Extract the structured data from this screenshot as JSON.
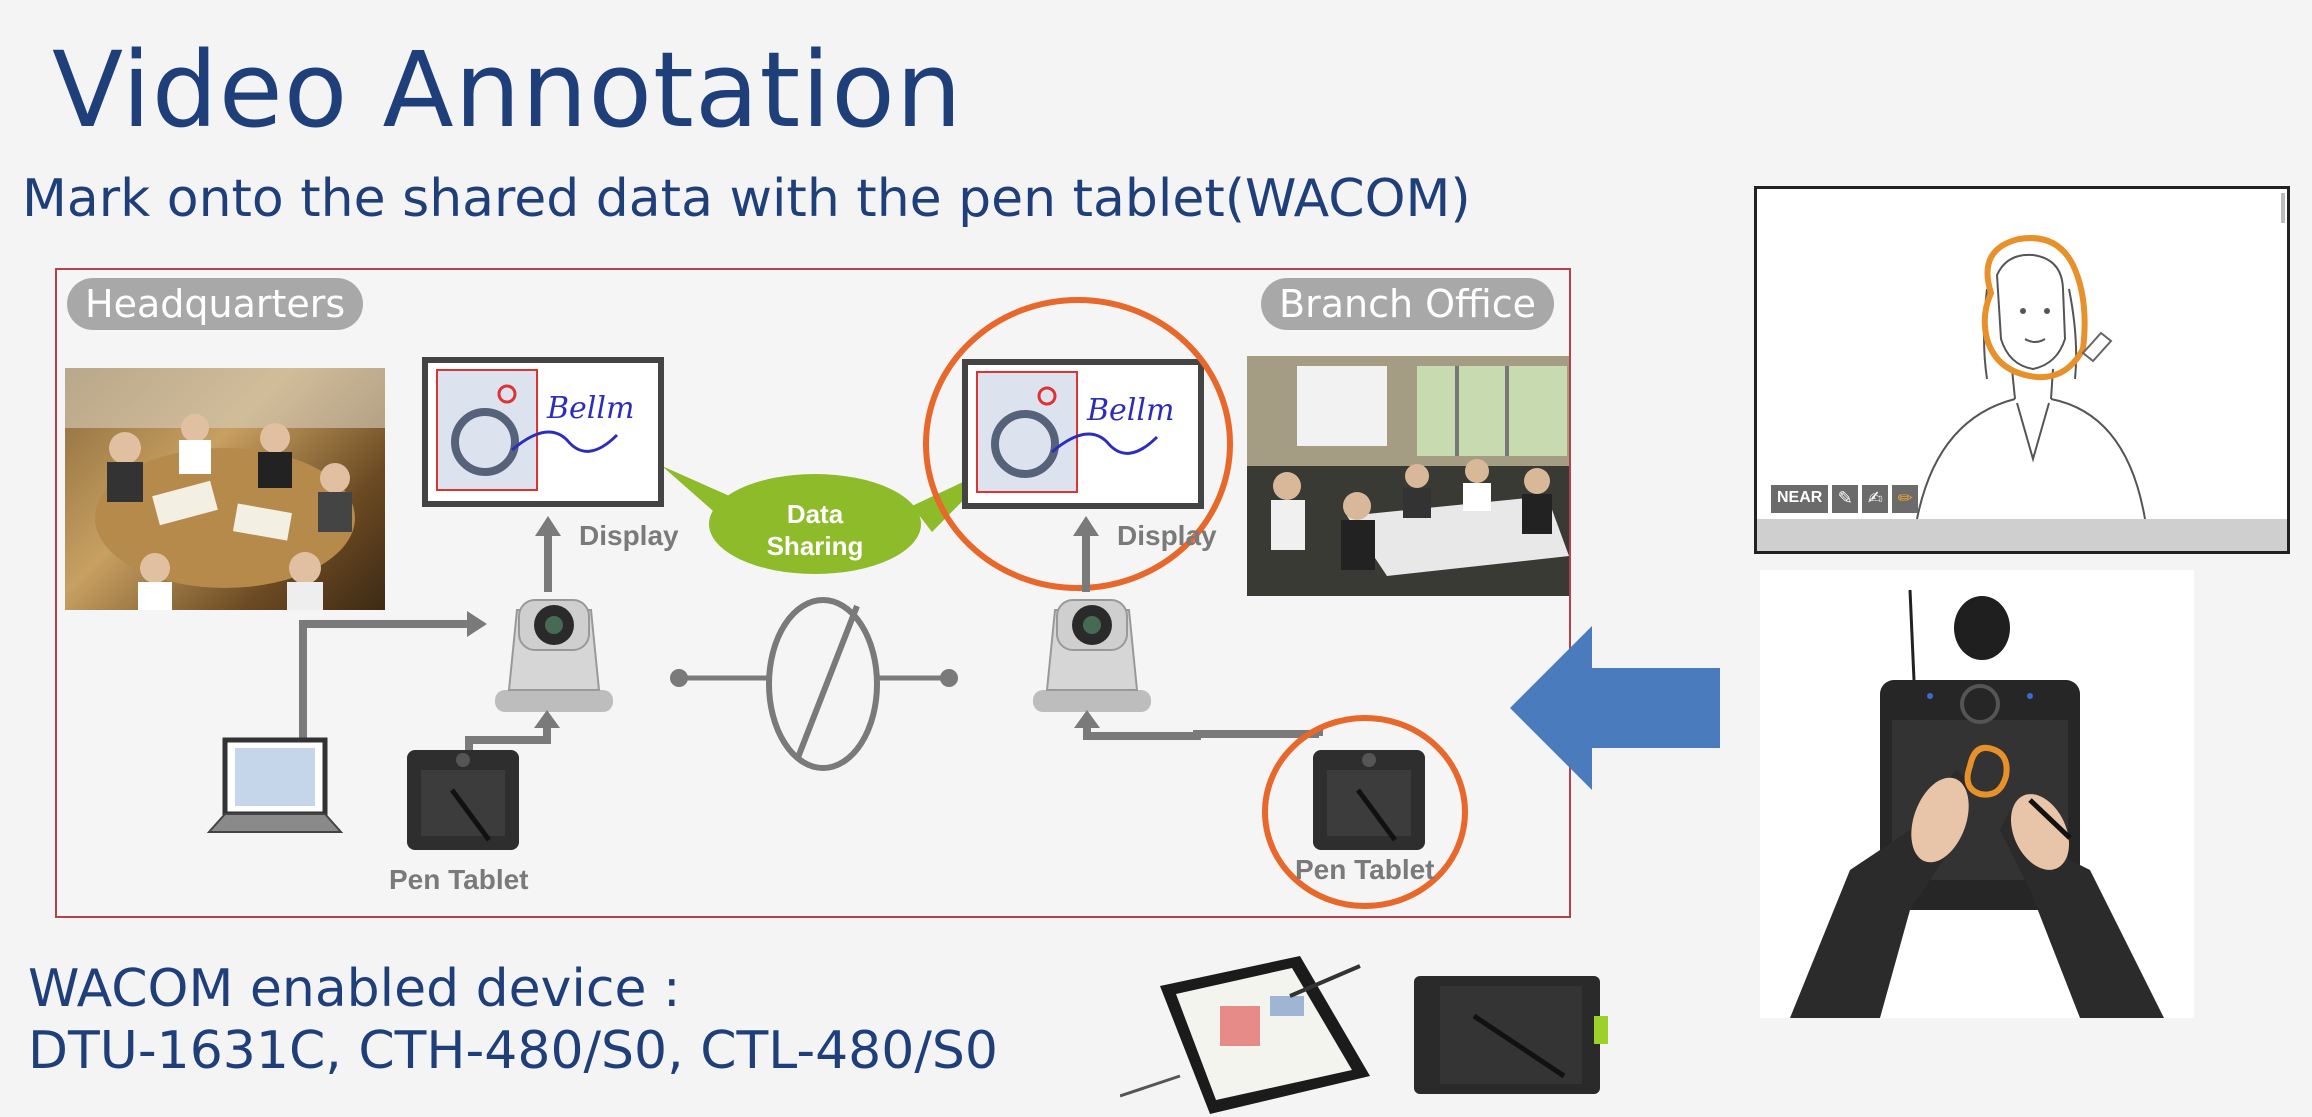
{
  "slide": {
    "title": "Video Annotation",
    "subtitle": "Mark onto the shared data with the pen tablet(WACOM)",
    "devices_line1": "WACOM enabled device :",
    "devices_line2": "DTU-1631C, CTH-480/S0, CTL-480/S0"
  },
  "diagram": {
    "hq_label": "Headquarters",
    "branch_label": "Branch Office",
    "display_label_left": "Display",
    "display_label_right": "Display",
    "data_sharing_line1": "Data",
    "data_sharing_line2": "Sharing",
    "pen_tablet_left": "Pen Tablet",
    "pen_tablet_right": "Pen Tablet",
    "screen_handwriting": "Bellm"
  },
  "screen_panel": {
    "toolbar_label": "NEAR"
  },
  "colors": {
    "title": "#1f3f7a",
    "orange_highlight": "#e8672a",
    "bubble_green": "#8dbb2a",
    "arrow_blue": "#4a7bbd",
    "frame_border": "#b2434b"
  }
}
